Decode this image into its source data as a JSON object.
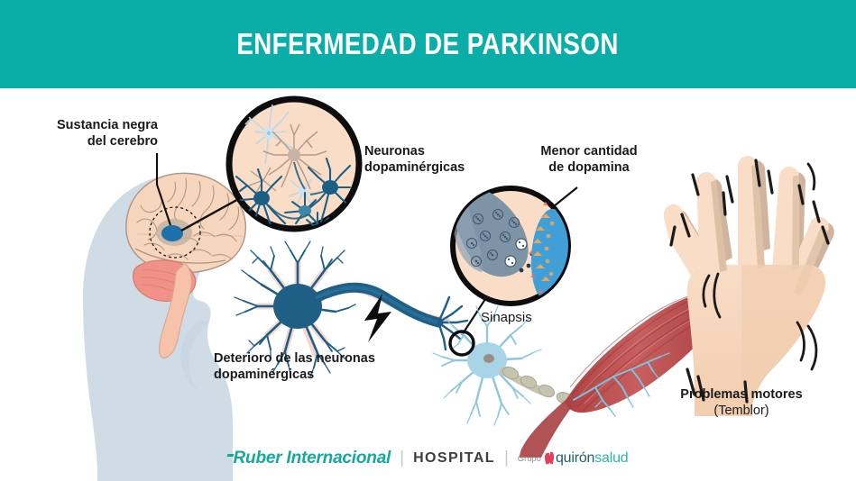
{
  "header": {
    "title": "ENFERMEDAD DE PARKINSON",
    "background_color": "#0aada8",
    "text_color": "#ffffff"
  },
  "labels": {
    "sustancia_negra": {
      "line1": "Sustancia negra",
      "line2": "del cerebro"
    },
    "neuronas_dopaminergicas": {
      "line1": "Neuronas",
      "line2": "dopaminérgicas"
    },
    "menor_dopamina": {
      "line1": "Menor cantidad",
      "line2": "de dopamina"
    },
    "deterioro_neuronas": {
      "line1": "Deterioro de las neuronas",
      "line2": "dopaminérgicas"
    },
    "sinapsis": "Sinapsis",
    "problemas_motores": {
      "line1": "Problemas motores",
      "line2": "(Temblor)"
    }
  },
  "footer": {
    "brand": "Ruber Internacional",
    "divider": "|",
    "hospital": "HOSPITAL",
    "grupo": "Grupo",
    "quiron": "quirón",
    "salud": "salud"
  },
  "illustrations": {
    "head_profile": "head-profile-silhouette",
    "brain": "brain-sagittal-illustration",
    "substantia_nigra": "substantia-nigra-spot",
    "neuron_circle_inset": "dopaminergic-neurons-micrograph-circle",
    "synapse_circle_inset": "synapse-closeup-circle",
    "degenerating_neuron": "degenerating-dopaminergic-neuron",
    "lightning_bolt": "lightning-bolt-damage-icon",
    "motor_neuron": "motor-neuron-with-myelinated-axon",
    "muscle": "skeletal-muscle-spindle",
    "hand": "trembling-hand",
    "motion_lines": "tremor-motion-lines"
  },
  "colors": {
    "teal": "#0aada8",
    "head_silhouette": "#cfdce6",
    "brain_fill": "#f6d6bc",
    "brain_outline": "#9a8275",
    "cerebellum": "#f09287",
    "substantia_nigra": "#1f6fa8",
    "inset_background": "#f9ddc6",
    "neuron_dark_blue": "#1c5f85",
    "neuron_light_blue": "#a9d4e8",
    "synapse_presynaptic": "#7d93a6",
    "synapse_postsynaptic": "#3f9fd6",
    "receptor_orange": "#e5a861",
    "muscle_red": "#bf4f50",
    "skin": "#f7d5bb",
    "skin_shadow": "#c8a88c",
    "label_text": "#1a1a1a",
    "logo_teal": "#16a89d",
    "logo_dark": "#3d3d3d",
    "logo_red": "#e2405a"
  }
}
